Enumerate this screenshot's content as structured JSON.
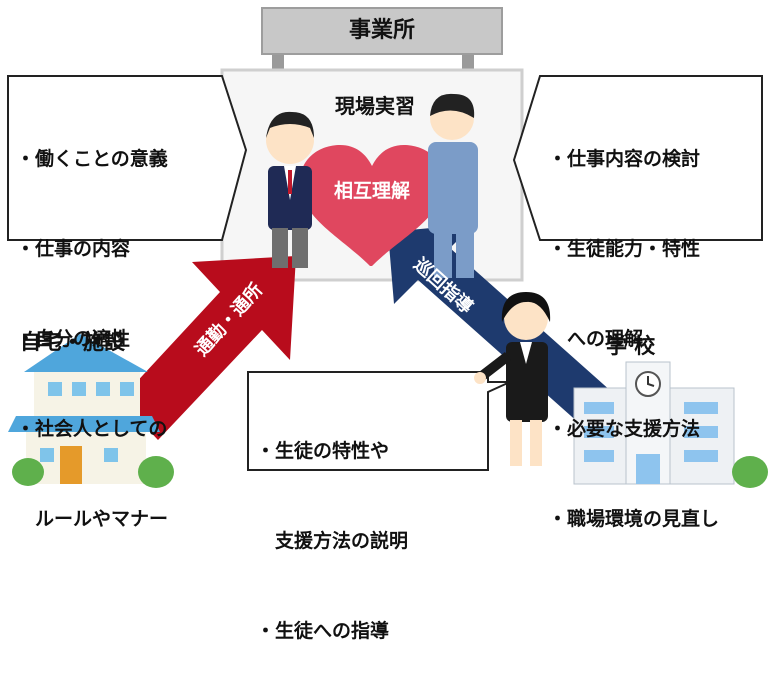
{
  "sign": {
    "title": "事業所"
  },
  "workplace": {
    "title": "現場実習"
  },
  "heart": {
    "label": "相互理解"
  },
  "student_box": {
    "items": [
      "・働くことの意義",
      "・仕事の内容",
      "・自分の適性",
      "・社会人としての",
      "　ルールやマナー"
    ]
  },
  "company_box": {
    "items": [
      "・仕事内容の検討",
      "・生徒能力・特性",
      "　への理解",
      "・必要な支援方法",
      "・職場環境の見直し"
    ]
  },
  "teacher_box": {
    "items": [
      "・生徒の特性や",
      "　支援方法の説明",
      "・生徒への指導"
    ]
  },
  "home": {
    "label": "自宅・施設"
  },
  "school": {
    "label": "学 校"
  },
  "arrow_commute": {
    "label": "通勤・通所"
  },
  "arrow_visit": {
    "label": "巡回指導"
  },
  "colors": {
    "heart": "#e0475f",
    "commute_arrow": "#b80c1c",
    "visit_arrow": "#1e3a6e",
    "sign": "#bfbfbf"
  }
}
